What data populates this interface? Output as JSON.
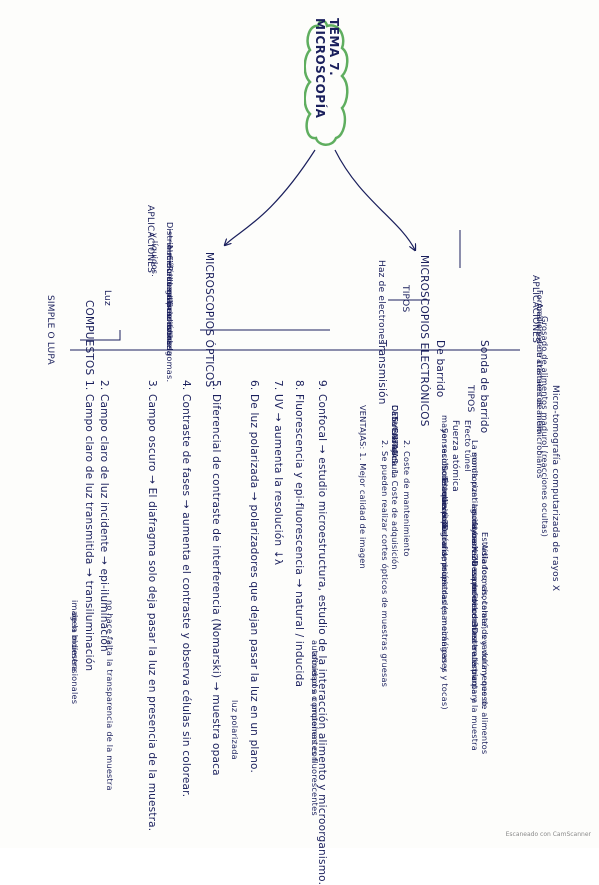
{
  "title": "TEMA 7. MICROSCOPÍA",
  "electronicos": {
    "heading": "MICROSCOPIOS ELECTRÓNICOS",
    "aplicaciones_heading": "APLICACIONES",
    "aplicaciones": [
      "Formaciones de cristales de hielo",
      "Análisis de tratamientos antimicrobianos",
      "Grosado de alimentos madurol (reacciones ocultas)"
    ],
    "haz": "Haz de electrones",
    "tipos": "TIPOS",
    "tipo1": "Transmisión",
    "tipo1_ex": [
      "Cabe ultrafina",
      "Tensorial",
      "Criofractura"
    ],
    "tipo2": "De barrido",
    "tipo2_a": "mayor resolución que el de transmisión",
    "tipo2_b": "Sensación de relieve 3D",
    "tipo3": "Sonda de barrido",
    "tipo3_a": "La sonda puntiaguda barre la superficie de una muestra para",
    "tipo3_b": "monitorizar las interacciones que ocurren entre la punta y la muestra",
    "subtipos": "TIPOS",
    "efecto_tunel": "Efecto túnel",
    "sonda_mecanica": "Sonda mecánica",
    "fuerza_atomica": "Fuerza atómica",
    "fuerza_desc_1": "Estudia topografía, propiedades mecánicas y",
    "fuerza_desc_2": "manipulación de muestras (nanoimágenes y tocas)",
    "fuerza_desc_3": "no invasiva basada en contraste atómico",
    "microtomografia": "Micro-tomografía computarizada de rayos X",
    "micro_desc_1": "rayos X 2D en modelos 3D",
    "micro_desc_2": "Estudia formas, tamaños y volúmenes de alimentos",
    "micro_desc_3": "Aislados, chocolate, levadura y queso."
  },
  "opticos": {
    "heading": "MICROSCOPIOS ÓPTICOS",
    "luz": "Luz",
    "aplicaciones_heading": "APLICACIONES",
    "aplicaciones": [
      "Distribución de grasas estirada",
      "y líquidos.",
      "Almidón en alimentos",
      "Células en productos.",
      "Recuento de mohos.",
      "Identificación de gomas."
    ],
    "simple": "SIMPLE O LUPA",
    "compuestos": "COMPUESTOS",
    "items": [
      "1. Campo claro de luz transmitida → transiluminación",
      "2. Campo claro de luz incidente → epi-iluminación",
      "3. Campo oscuro → El diafragma solo deja pasar la luz en presencia de la muestra.",
      "4. Contraste de fases → aumenta el contraste y observa células sin colorear.",
      "5. Diferencial de contraste de interferencia (Nomarski) → muestra opaca",
      "6. De luz polarizada → polarizadores que dejan pasar la luz en un plano.",
      "7. UV → aumenta la resolución ↓λ",
      "8. Fluorescencia y epi-fluorescencia → natural / inducida",
      "9. Confocal → estudio microestructura, estudio de la interacción alimento y microorganismo."
    ],
    "item1_sub": [
      "imagen bidimensionales",
      "de la muestra"
    ],
    "item2_sub": "no hace falta la transparencia de la muestra",
    "item5_sub": "luz polarizada",
    "item8_sub": [
      "autocuerpos o proteínas con",
      "afinidad a componentes fluorescentes"
    ],
    "ventajas": "VENTAJAS: 1. Mejor calidad de imagen",
    "ventajas_2": "2. Se pueden realizar cortes ópticos de muestras gruesas",
    "desventajas": "DESVENTAJAS: 1. Coste de adquisición",
    "desventajas_2": "2. Coste de mantenimiento"
  },
  "watermark": "Escaneado con CamScanner"
}
